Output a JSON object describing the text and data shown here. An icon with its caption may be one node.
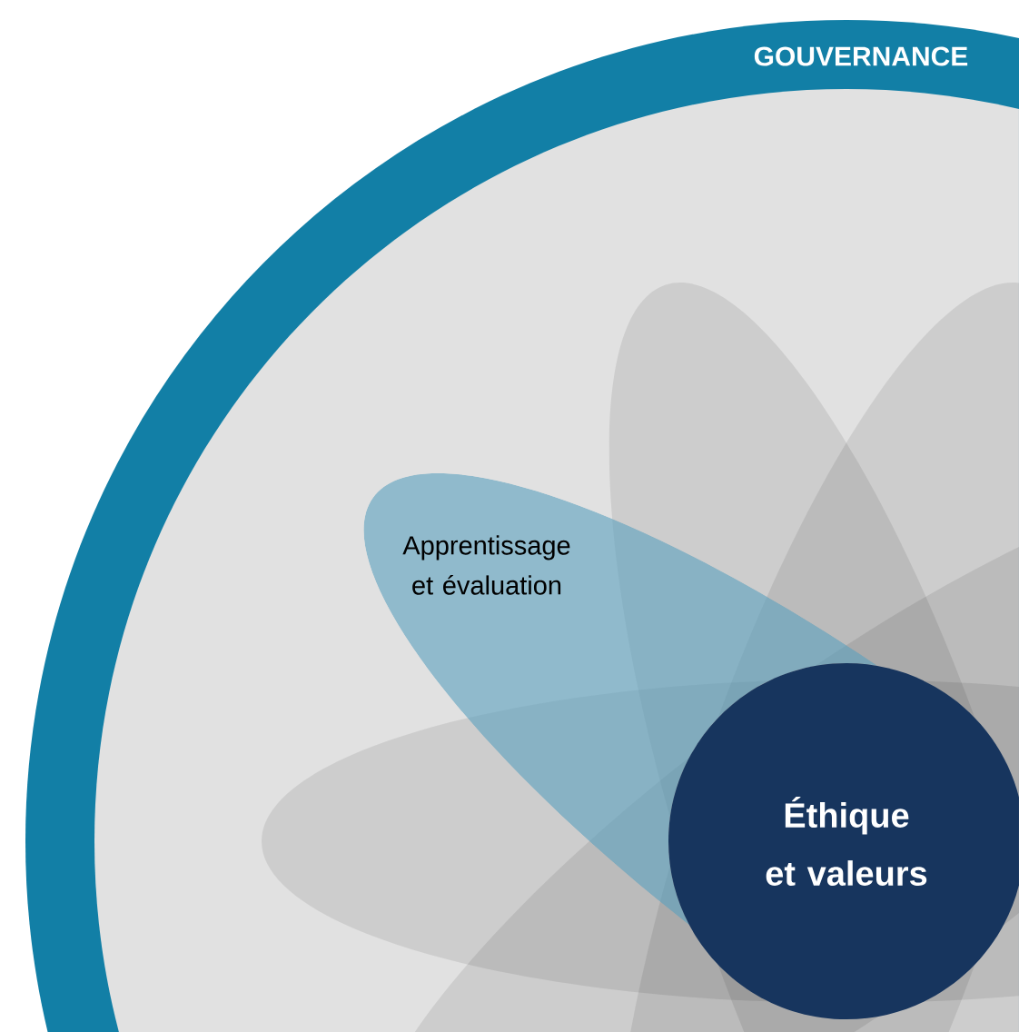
{
  "diagram": {
    "nodes": [
      {
        "text": [
          "GOUVERNANCE"
        ]
      },
      {
        "text": [
          "Apprentissage et évaluation"
        ],
        "in": 0
      },
      {
        "text": [
          "Éthique et valeurs"
        ],
        "in": 0
      }
    ]
  }
}
